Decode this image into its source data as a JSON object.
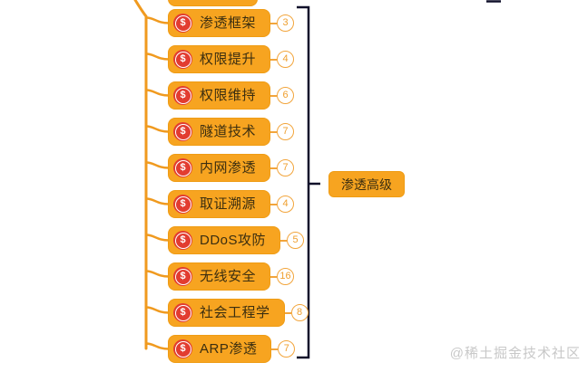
{
  "watermark": "@稀土掘金技术社区",
  "mindmap": {
    "parent_label": "渗透高级",
    "icon_glyph": "$",
    "children": [
      {
        "label": "渗透框架",
        "badge": "3"
      },
      {
        "label": "权限提升",
        "badge": "4"
      },
      {
        "label": "权限维持",
        "badge": "6"
      },
      {
        "label": "隧道技术",
        "badge": "7"
      },
      {
        "label": "内网渗透",
        "badge": "7"
      },
      {
        "label": "取证溯源",
        "badge": "4"
      },
      {
        "label": "DDoS攻防",
        "badge": "5"
      },
      {
        "label": "无线安全",
        "badge": "16"
      },
      {
        "label": "社会工程学",
        "badge": "8"
      },
      {
        "label": "ARP渗透",
        "badge": "7"
      }
    ],
    "colors": {
      "node_orange": "#F7A420",
      "node_border": "#EF9C14",
      "icon_red": "#E23C30",
      "badge_ring": "#F2A53C",
      "badge_text": "#EF9F2E",
      "connector_orange": "#F09A1F",
      "bracket_dark": "#10102A",
      "node_text": "#3B2E10",
      "watermark_gray": "#C8C8C8"
    }
  }
}
